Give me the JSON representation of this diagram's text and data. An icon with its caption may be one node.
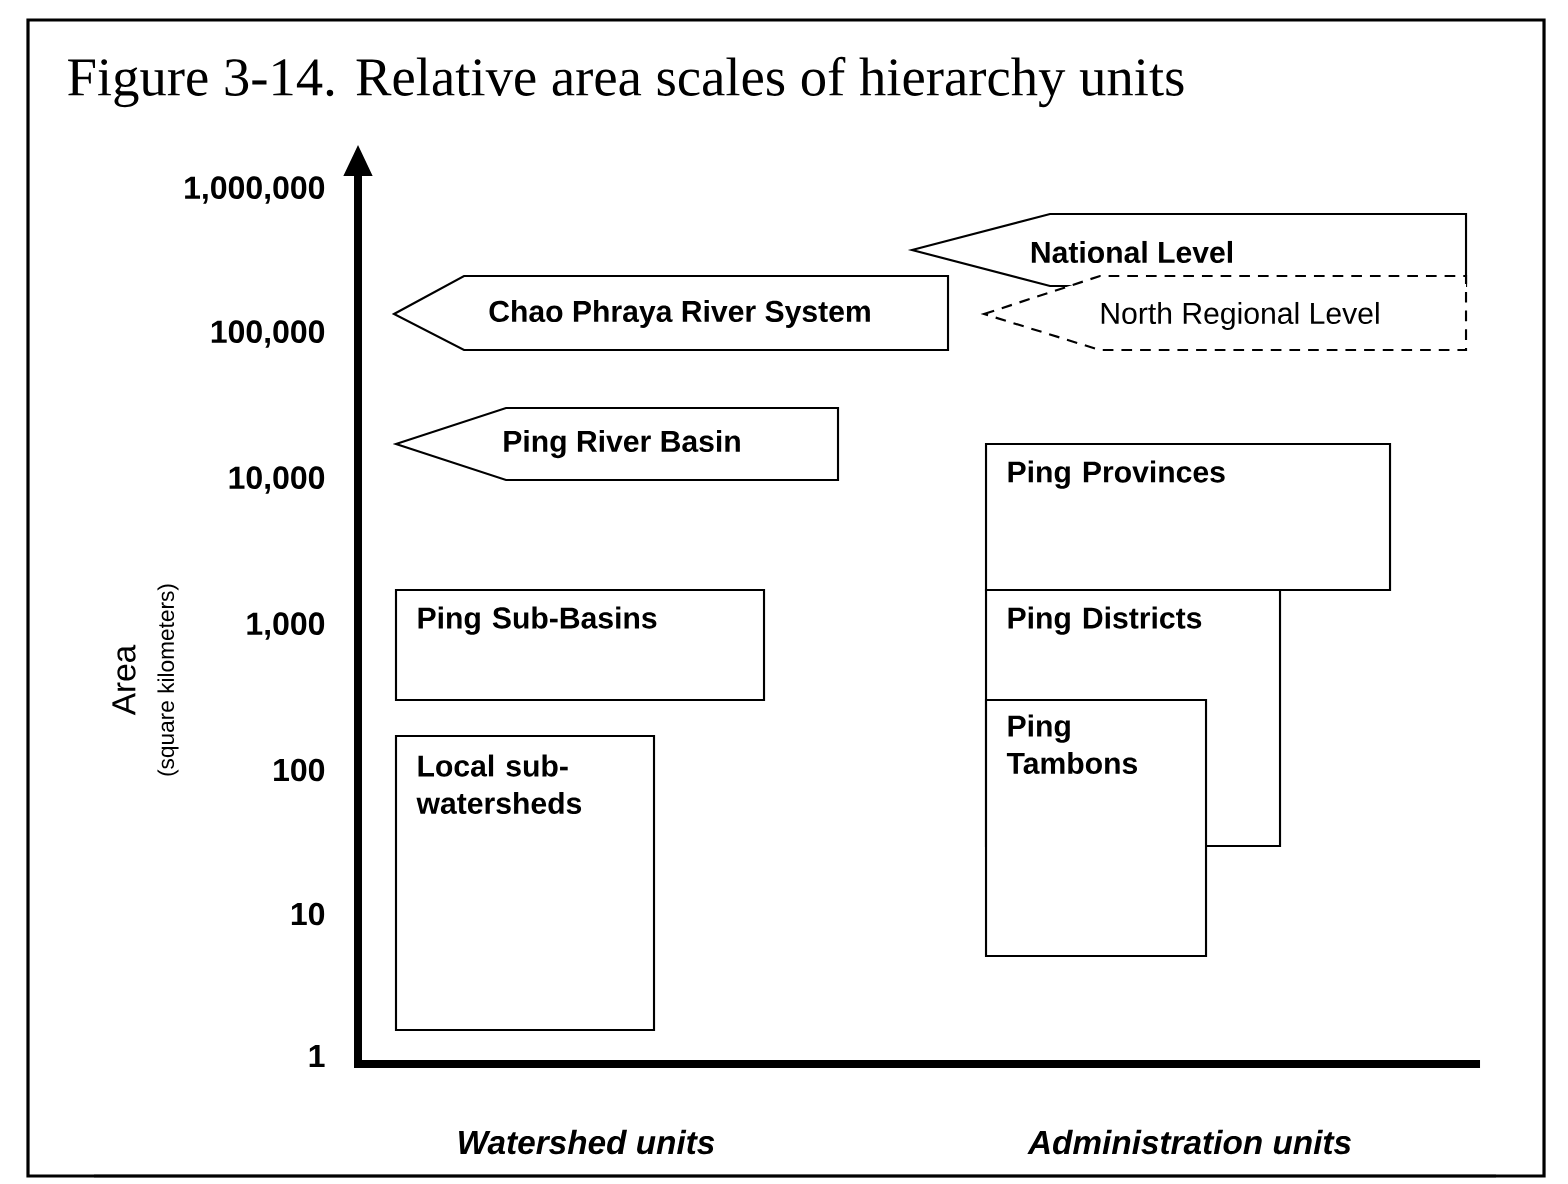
{
  "diagram": {
    "title": "Figure 3-14. Relative area scales of hierarchy units",
    "nodes": [
      {
        "text": [
          "National Level"
        ]
      },
      {
        "text": [
          "Chao Phraya River System"
        ]
      },
      {
        "text": [
          "North Regional Level"
        ]
      },
      {
        "text": [
          "Ping River Basin"
        ]
      },
      {
        "text": [
          "Ping Provinces"
        ]
      },
      {
        "text": [
          "Ping Sub-Basins"
        ]
      },
      {
        "text": [
          "Ping Districts"
        ]
      },
      {
        "text": [
          "Ping Tambons"
        ]
      },
      {
        "text": [
          "Local sub-watersheds"
        ]
      }
    ],
    "labels": [
      "1,000,000",
      "100,000",
      "10,000",
      "1,000",
      "100",
      "10",
      "1",
      "Area",
      "(square kilometers)",
      "Watershed units",
      "Administration units"
    ]
  }
}
